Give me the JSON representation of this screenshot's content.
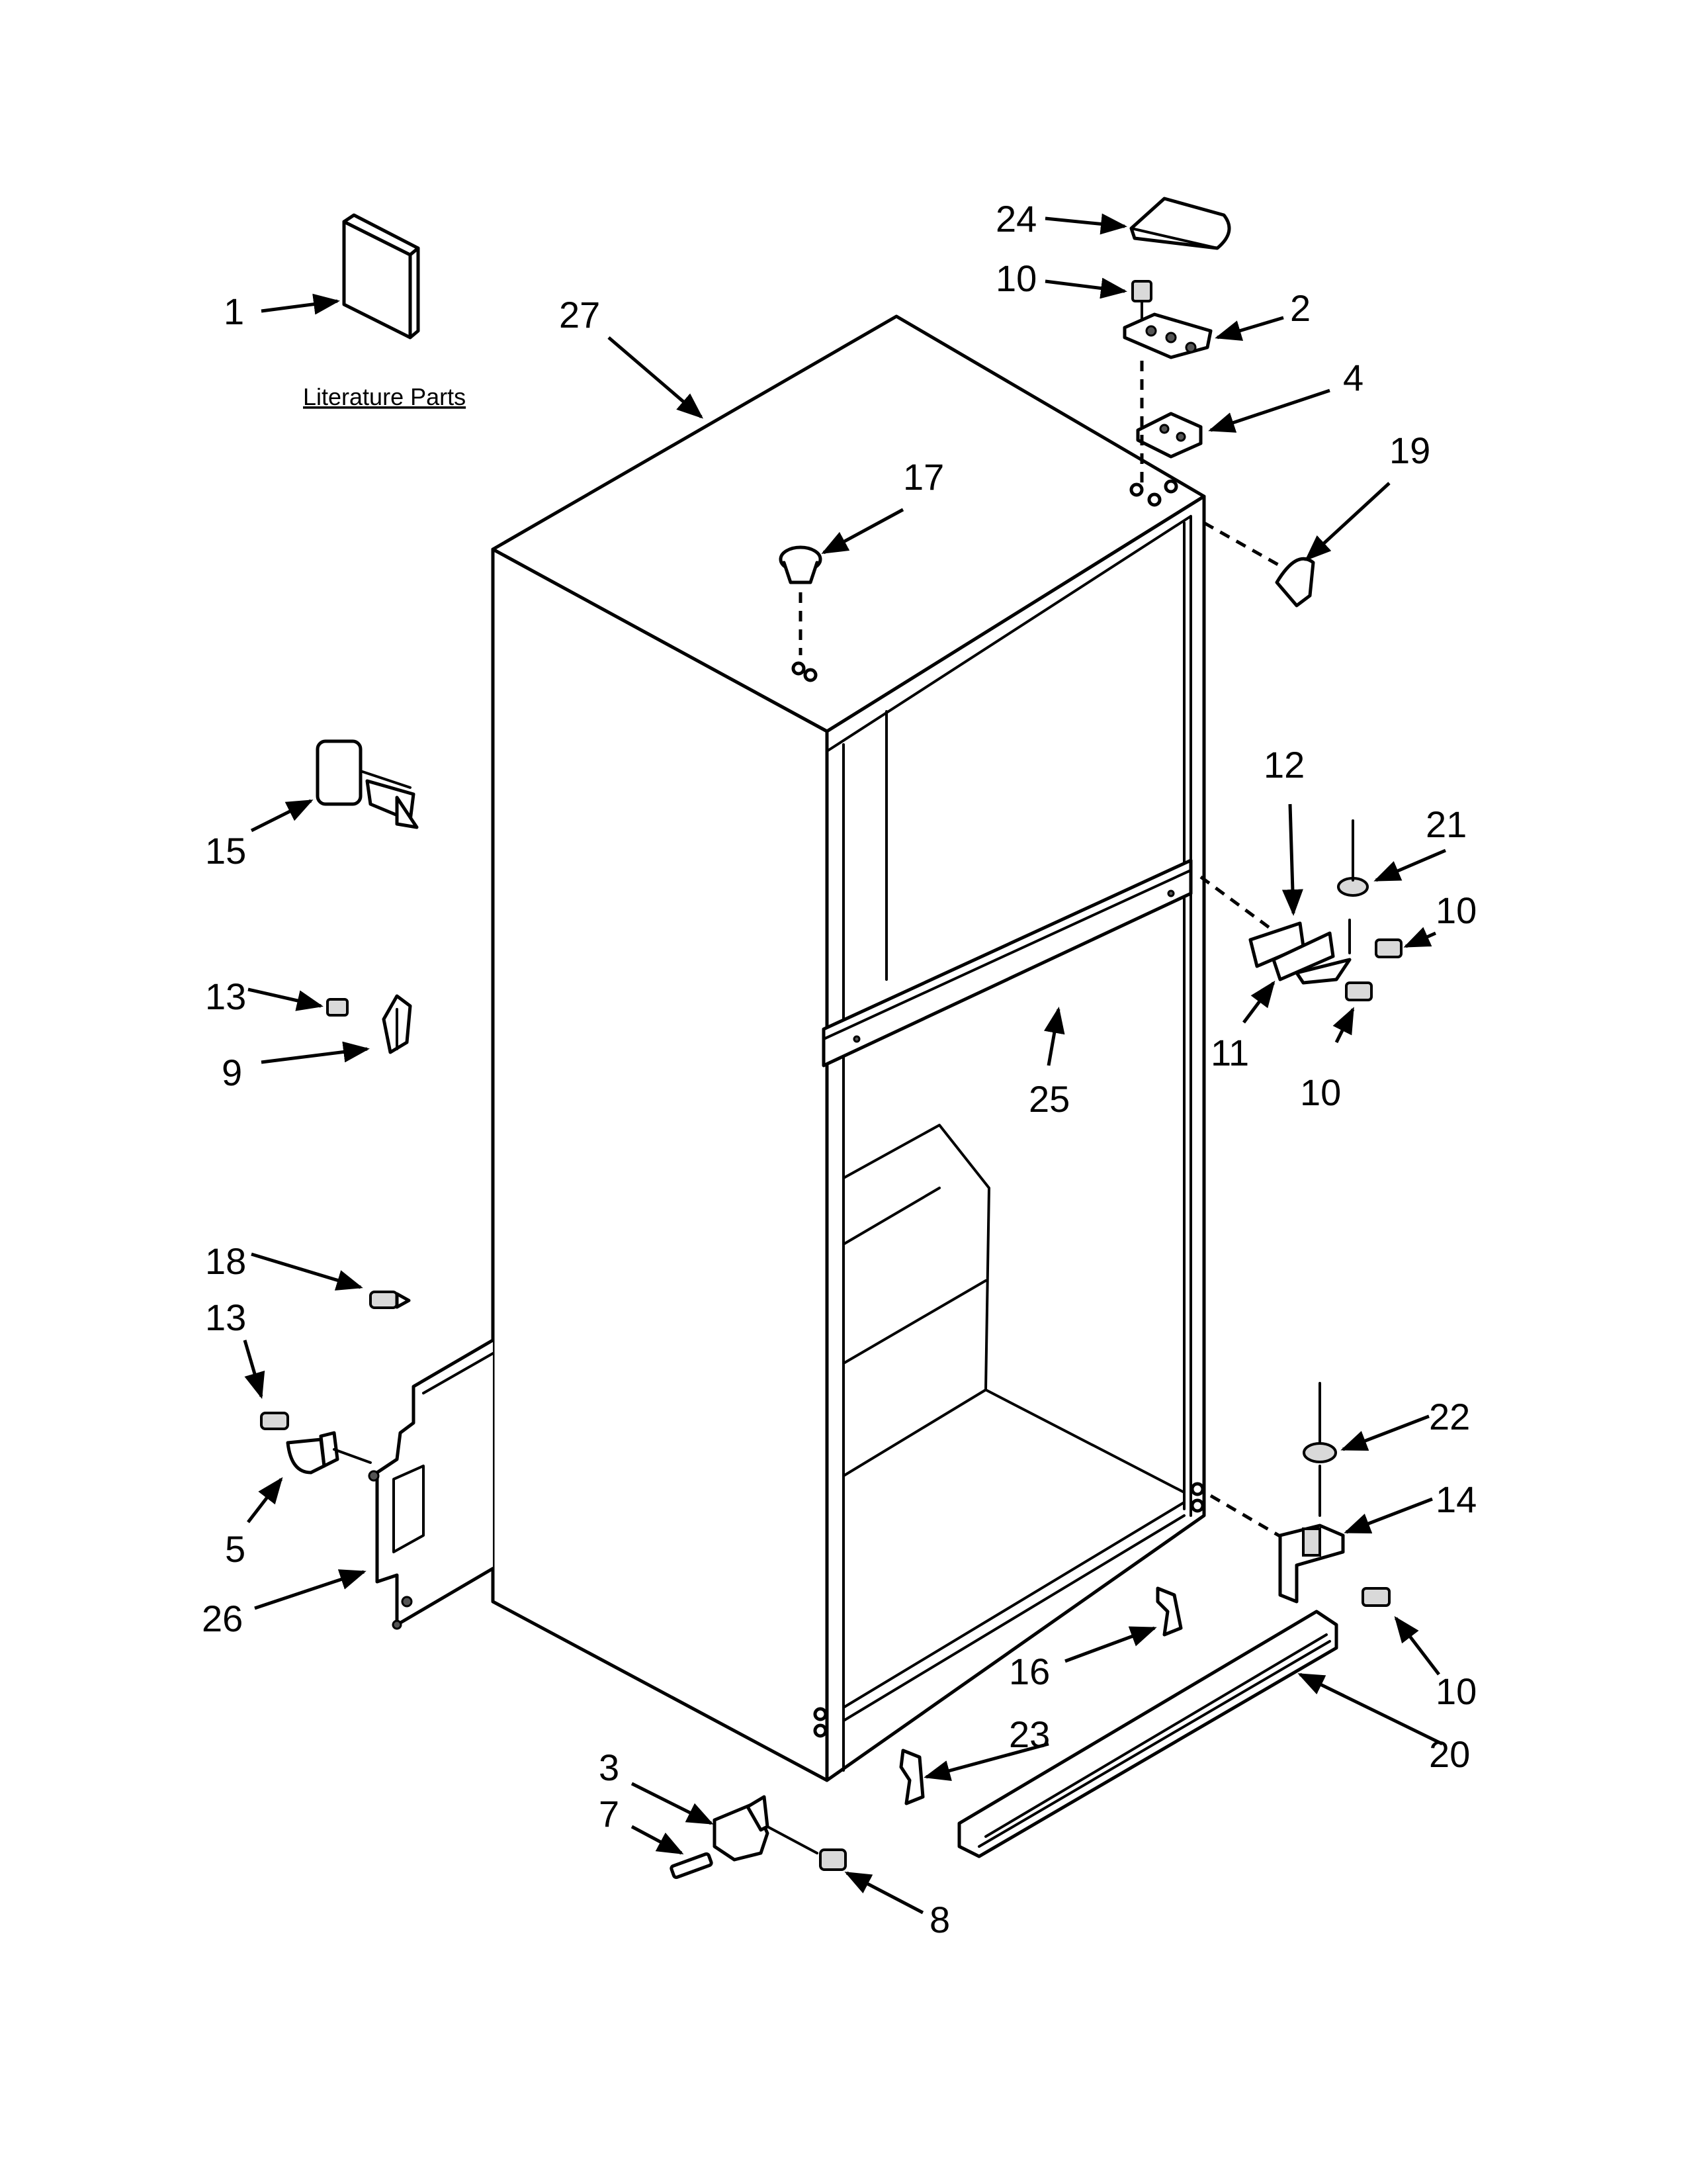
{
  "literature_label": "Literature Parts",
  "callouts": {
    "c1": "1",
    "c2": "2",
    "c3": "3",
    "c4": "4",
    "c5": "5",
    "c7": "7",
    "c8": "8",
    "c9": "9",
    "c10a": "10",
    "c10b": "10",
    "c10c": "10",
    "c10d": "10",
    "c11": "11",
    "c12": "12",
    "c13a": "13",
    "c13b": "13",
    "c14": "14",
    "c15": "15",
    "c16": "16",
    "c17": "17",
    "c18": "18",
    "c19": "19",
    "c20": "20",
    "c21": "21",
    "c22": "22",
    "c23": "23",
    "c24": "24",
    "c25": "25",
    "c26": "26",
    "c27": "27"
  }
}
